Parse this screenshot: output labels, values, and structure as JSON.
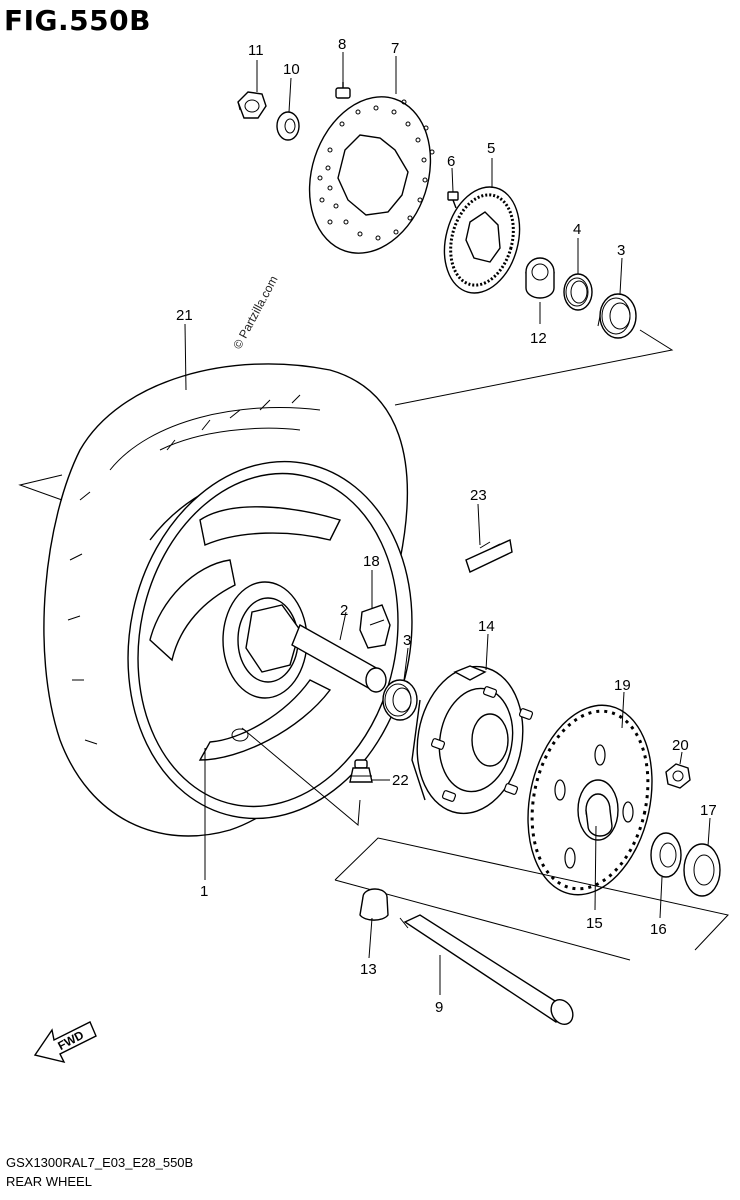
{
  "figure": {
    "title": "FIG.550B"
  },
  "footer": {
    "model_code": "GSX1300RAL7_E03_E28_550B",
    "section_name": "REAR WHEEL"
  },
  "watermark": "© Partzilla.com",
  "fwd_label": "FWD",
  "callouts": {
    "c1": "1",
    "c2": "2",
    "c3a": "3",
    "c3b": "3",
    "c4": "4",
    "c5": "5",
    "c6": "6",
    "c7": "7",
    "c8": "8",
    "c9": "9",
    "c10": "10",
    "c11": "11",
    "c12": "12",
    "c13": "13",
    "c14": "14",
    "c15": "15",
    "c16": "16",
    "c17": "17",
    "c18": "18",
    "c19": "19",
    "c20": "20",
    "c21": "21",
    "c22": "22",
    "c23": "23"
  }
}
